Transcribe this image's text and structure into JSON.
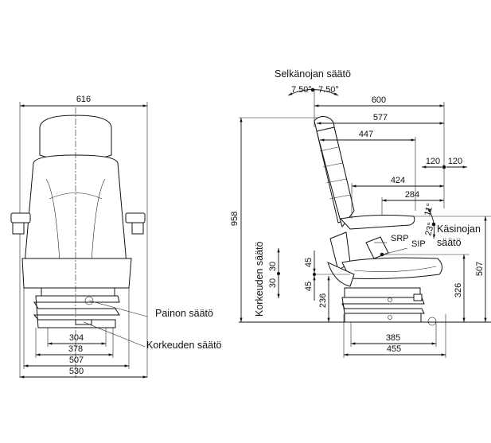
{
  "front_view": {
    "width_top": "616",
    "dims_bottom": [
      "304",
      "378",
      "507",
      "530"
    ],
    "callouts": {
      "weight": "Painon säätö",
      "height": "Korkeuden säätö"
    }
  },
  "side_view": {
    "backrest_label": "Selkänojan säätö",
    "backrest_angles": [
      "7.50°",
      "7.50°"
    ],
    "horizontal_dims": {
      "d600": "600",
      "d577": "577",
      "d447": "447",
      "d424": "424",
      "d284": "284",
      "left120": "120",
      "right120": "120"
    },
    "armrest_angles": [
      "11°",
      "23°"
    ],
    "armrest_label_1": "Käsinojan",
    "armrest_label_2": "säätö",
    "srp": "SRP",
    "sip": "SIP",
    "height_label": "Korkeuden säätö",
    "height_adj": [
      "30",
      "30"
    ],
    "vertical_dims": {
      "total": "958",
      "armrest": "507",
      "sip": "326",
      "base": "236",
      "up45": "45",
      "down45": "45"
    },
    "base_dims": [
      "385",
      "455"
    ]
  }
}
